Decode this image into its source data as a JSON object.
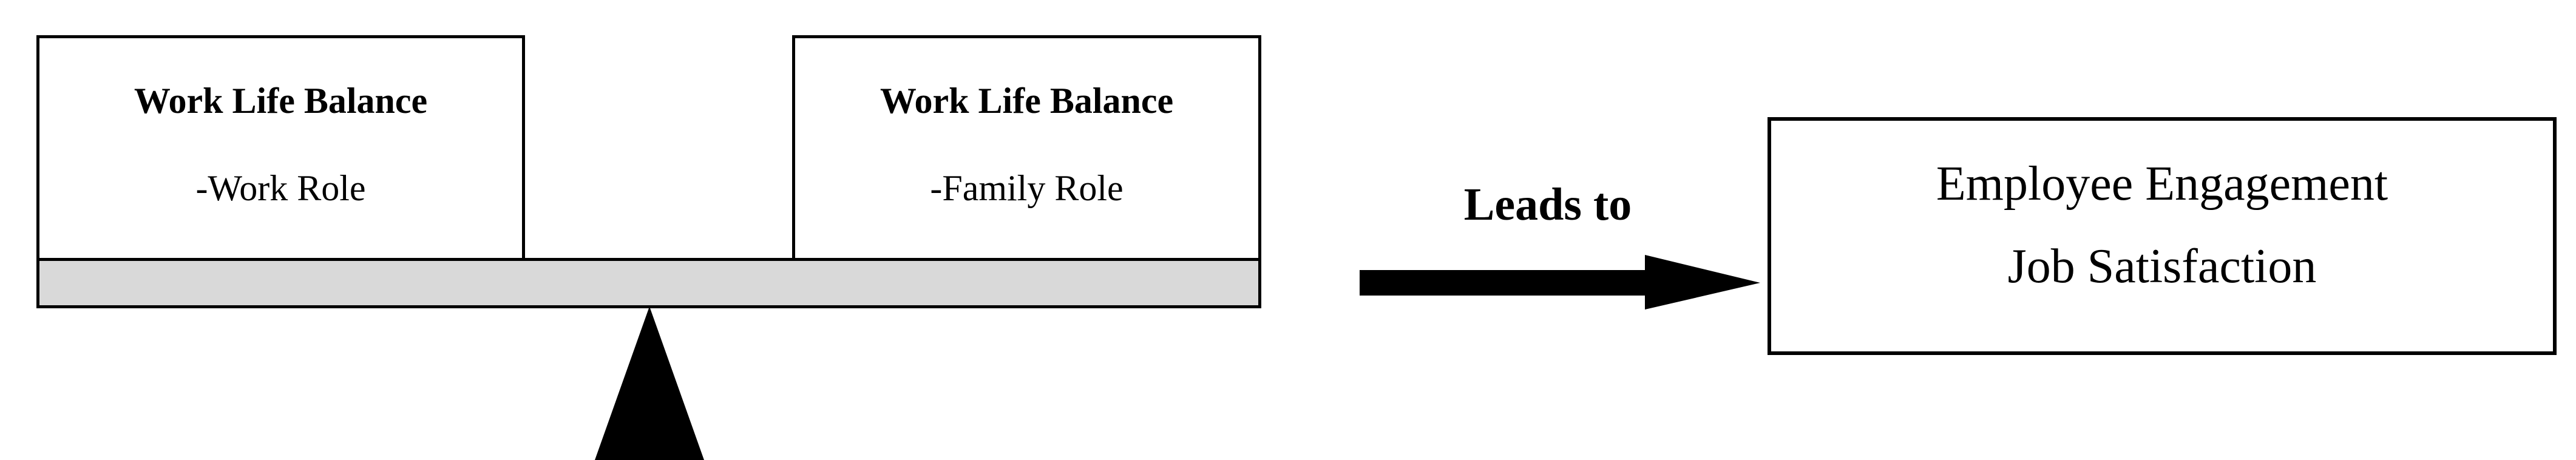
{
  "colors": {
    "stroke": "#000000",
    "beam_fill": "#d9d9d9",
    "background": "#ffffff"
  },
  "left_box": {
    "title": "Work Life Balance",
    "role": "-Work Role"
  },
  "right_box": {
    "title": "Work Life Balance",
    "role": "-Family Role"
  },
  "arrow": {
    "label": "Leads to"
  },
  "outcome_box": {
    "line1": "Employee Engagement",
    "line2": "Job Satisfaction"
  }
}
